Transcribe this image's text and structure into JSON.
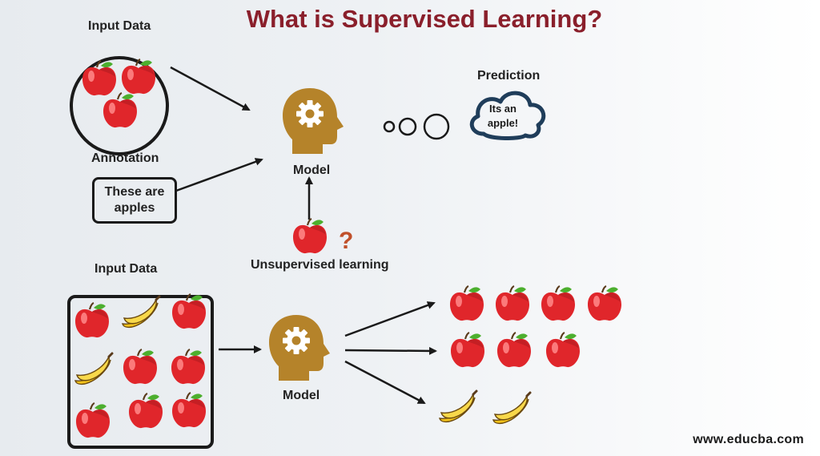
{
  "title": "What is Supervised Learning?",
  "supervised": {
    "input_label": "Input Data",
    "annotation_label": "Annotation",
    "annotation_text_line1": "These are",
    "annotation_text_line2": "apples",
    "model_label": "Model",
    "prediction_label": "Prediction",
    "prediction_text_line1": "Its an",
    "prediction_text_line2": "apple!"
  },
  "unsupervised": {
    "title": "Unsupervised learning",
    "input_label": "Input Data",
    "model_label": "Model",
    "question_mark": "?"
  },
  "site": "www.educba.com",
  "colors": {
    "title": "#8a1f2b",
    "apple": "#e0262b",
    "banana": "#f2c21b",
    "head": "#b5832a",
    "question": "#c0502a",
    "cloud": "#1f3d5a"
  }
}
